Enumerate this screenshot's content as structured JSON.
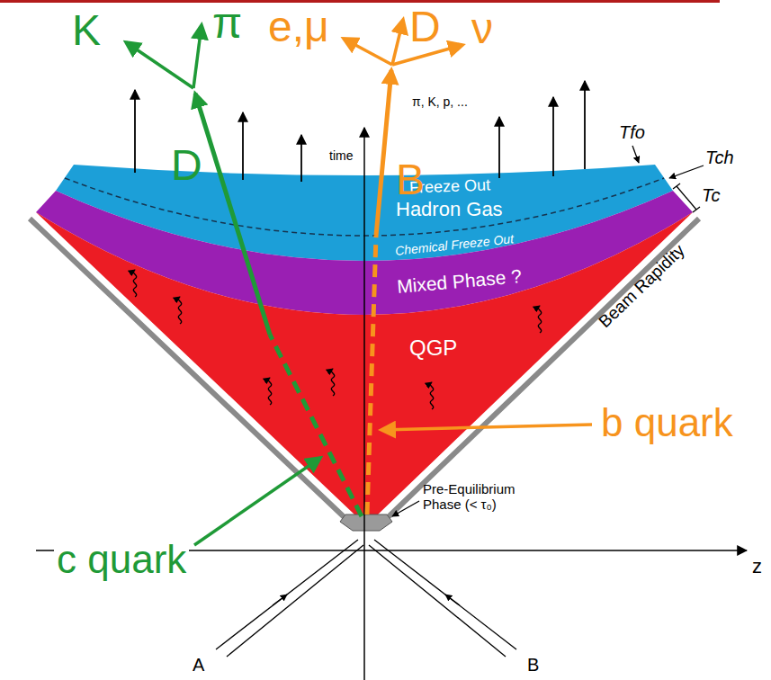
{
  "diagram": {
    "nodes": [
      {
        "text": [
          "Freeze Out",
          "Hadron Gas",
          "Chemical Freeze Out"
        ]
      },
      {
        "text": [
          "Mixed Phase ?"
        ]
      },
      {
        "text": [
          "QGP"
        ]
      }
    ],
    "labels": [
      "K",
      "π",
      "e,μ",
      "D",
      "ν",
      "π, K, p, ...",
      "D",
      "B",
      "time",
      "Tfo",
      "Tch",
      "Tc",
      "Beam Rapidity",
      "b quark",
      "c quark",
      "Pre-Equilibrium Phase (< τ₀)",
      "z",
      "A",
      "B"
    ]
  }
}
